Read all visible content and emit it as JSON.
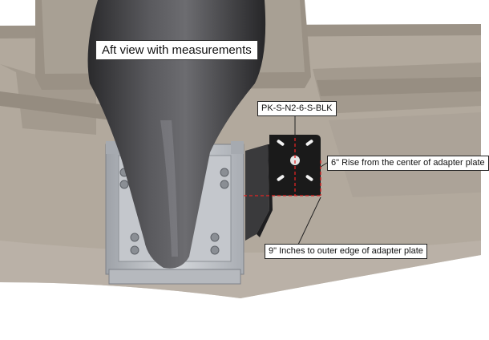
{
  "title": "Aft view with measurements",
  "callouts": {
    "part_number": "PK-S-N2-6-S-BLK",
    "rise": "6\" Rise from the center of adapter plate",
    "outer_edge": "9\" Inches to outer edge of adapter plate"
  },
  "colors": {
    "hull": "#b3aa9e",
    "hull_dark": "#8f8679",
    "deck": "#a79e92",
    "motor": "#3f3f41",
    "bracket": "#c9ccd0",
    "adapter_plate": "#1a1a1a",
    "dimension_line": "#e02424"
  }
}
